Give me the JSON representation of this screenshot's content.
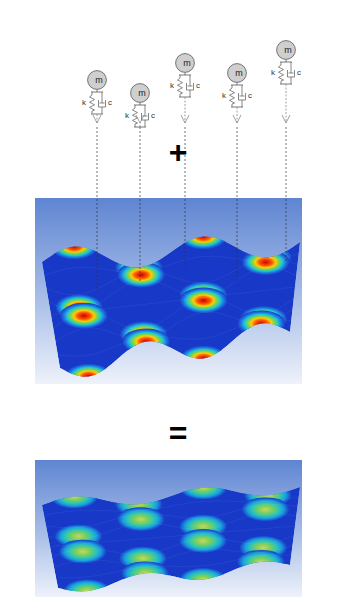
{
  "diagram": {
    "nodes": [
      {
        "text": [
          "m"
        ]
      },
      {
        "text": [
          "m"
        ]
      },
      {
        "text": [
          "m"
        ]
      },
      {
        "text": [
          "m"
        ]
      },
      {
        "text": [
          "m"
        ]
      }
    ],
    "labels": [
      "k",
      "c",
      "k",
      "c",
      "k",
      "c",
      "k",
      "c",
      "k",
      "c",
      "+",
      "="
    ]
  }
}
